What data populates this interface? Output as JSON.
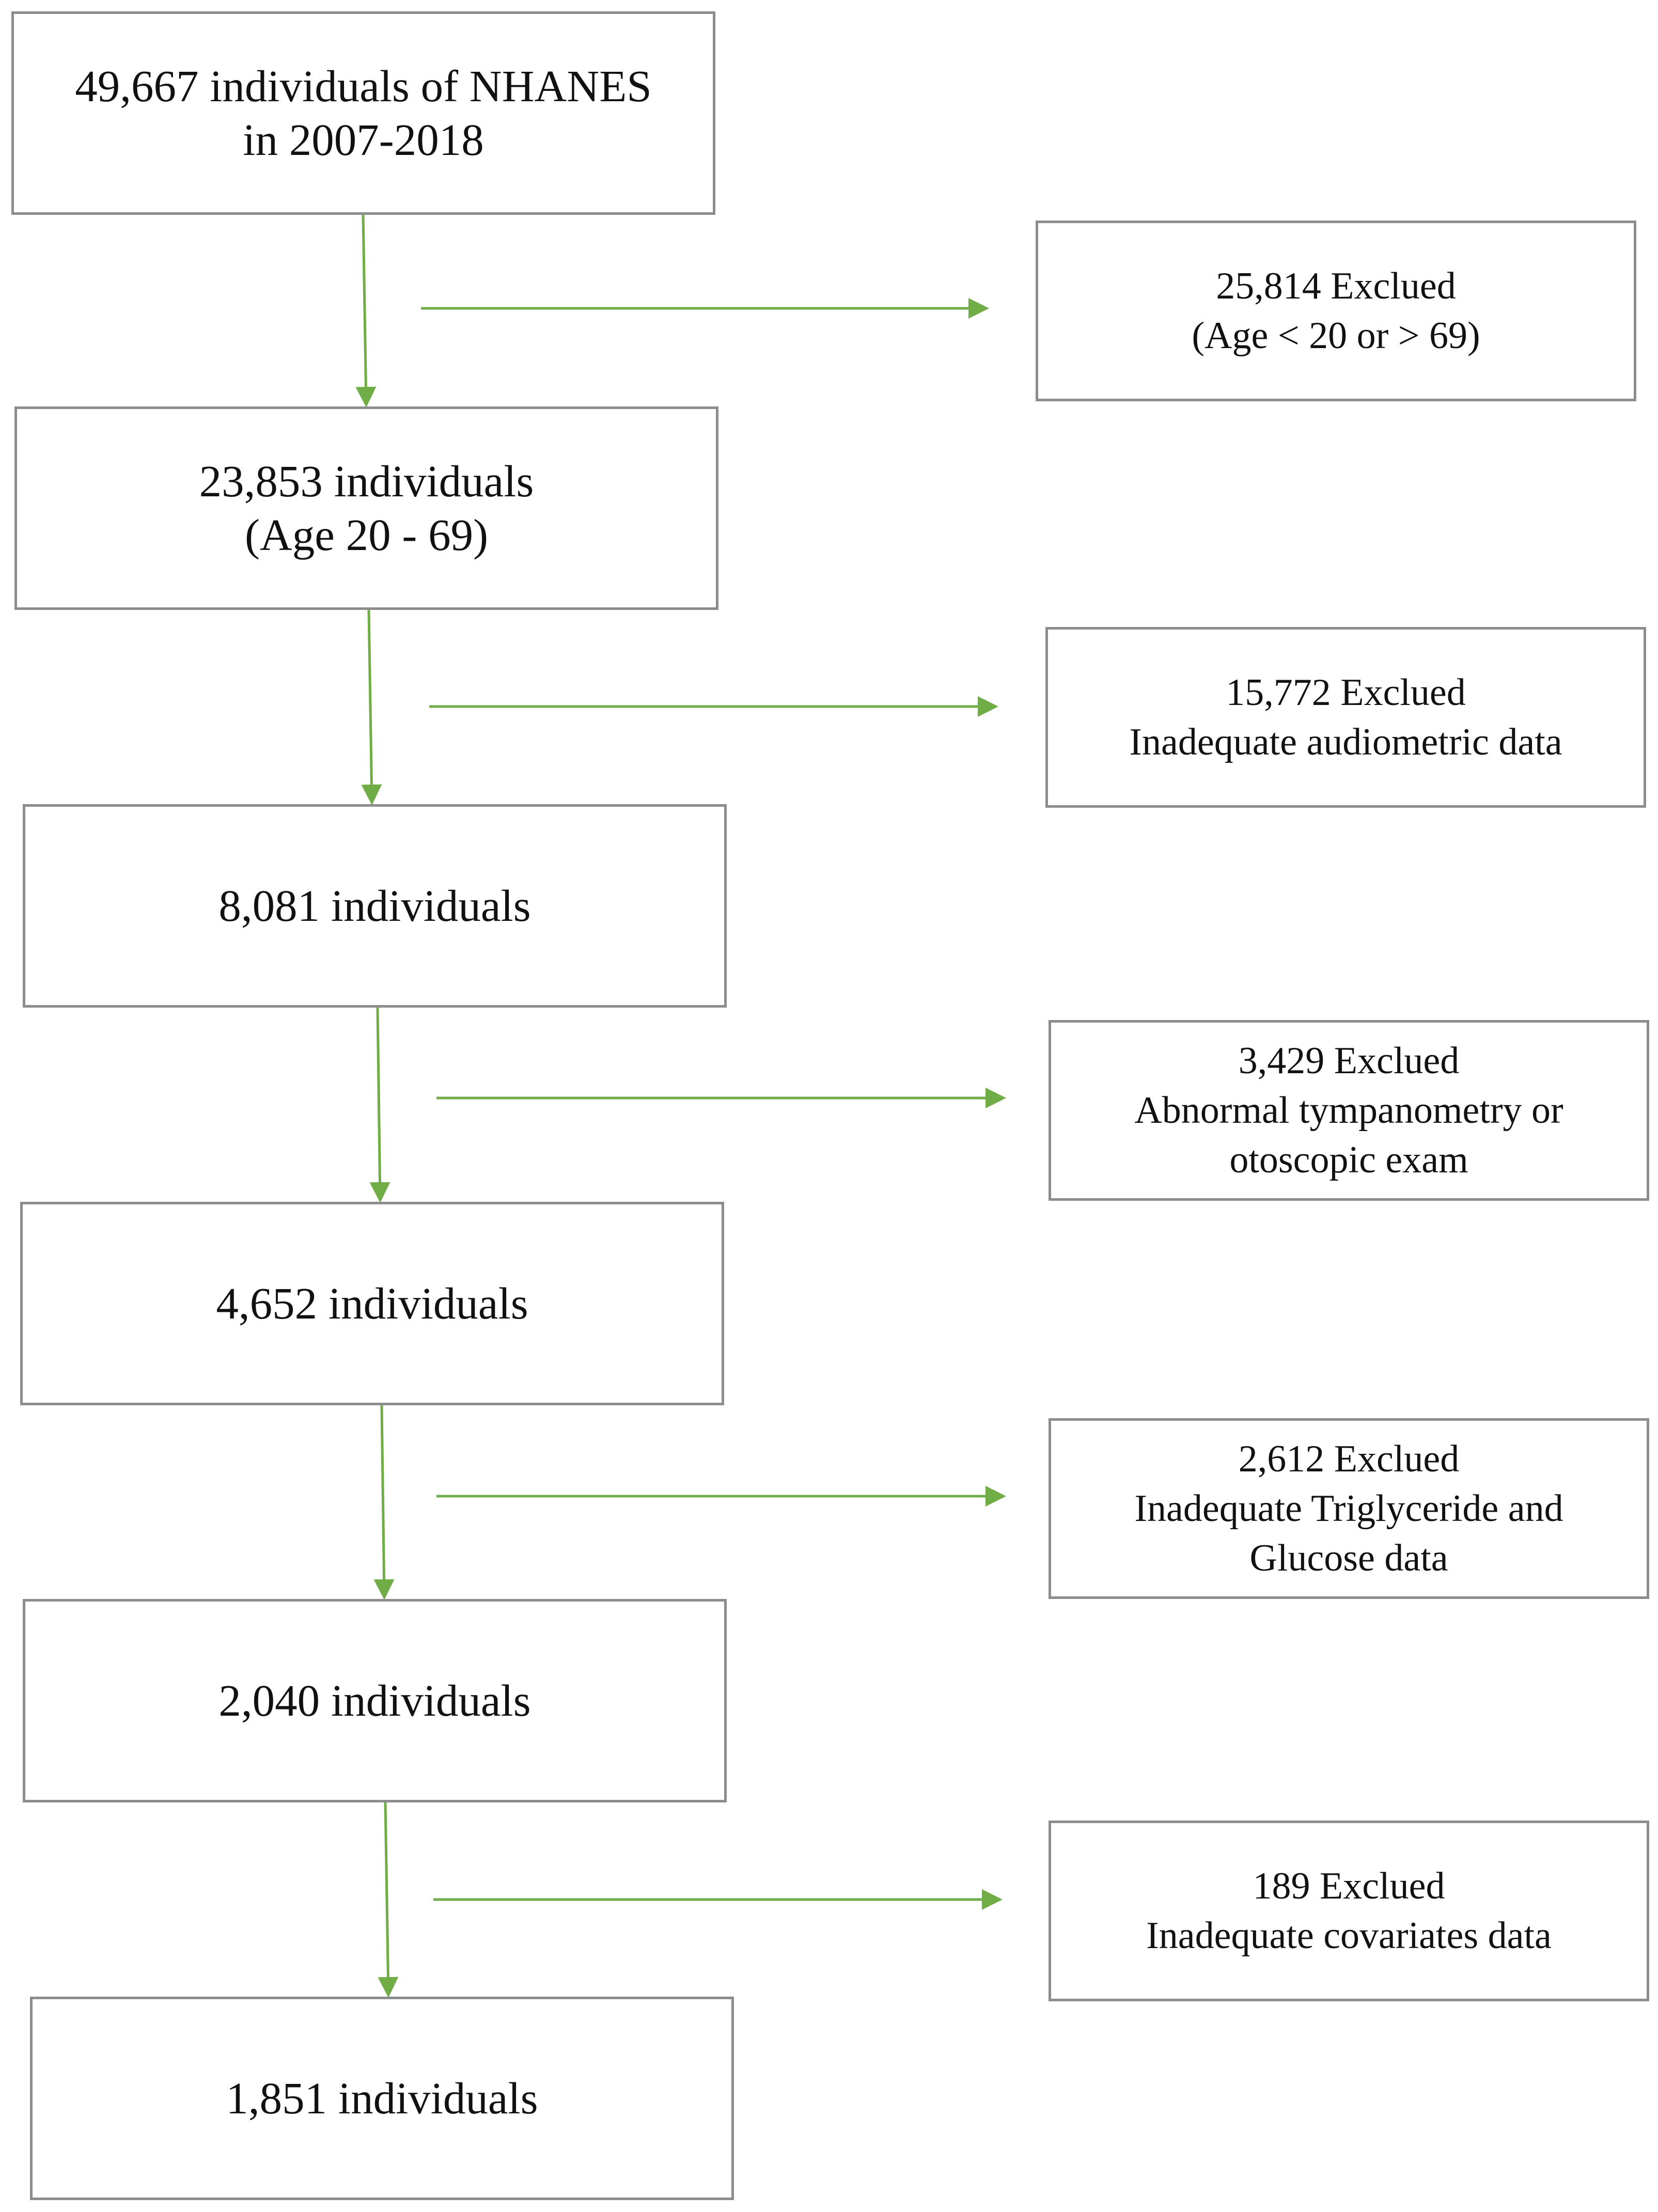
{
  "colors": {
    "arrow": "#70ad47",
    "box_border": "#8c8c8c",
    "text": "#111111"
  },
  "steps": [
    {
      "lines": [
        "49,667 individuals of NHANES",
        "in 2007-2018"
      ]
    },
    {
      "lines": [
        "23,853 individuals",
        "(Age 20 - 69)"
      ]
    },
    {
      "lines": [
        "8,081 individuals"
      ]
    },
    {
      "lines": [
        "4,652 individuals"
      ]
    },
    {
      "lines": [
        "2,040 individuals"
      ]
    },
    {
      "lines": [
        "1,851 individuals"
      ]
    }
  ],
  "exclusions": [
    {
      "lines": [
        "25,814 Exclued",
        "(Age < 20 or > 69)"
      ]
    },
    {
      "lines": [
        "15,772 Exclued",
        "Inadequate audiometric data"
      ]
    },
    {
      "lines": [
        "3,429 Exclued",
        "Abnormal tympanometry or",
        "otoscopic exam"
      ]
    },
    {
      "lines": [
        "2,612 Exclued",
        "Inadequate Triglyceride and",
        "Glucose data"
      ]
    },
    {
      "lines": [
        "189 Exclued",
        "Inadequate covariates data"
      ]
    }
  ]
}
